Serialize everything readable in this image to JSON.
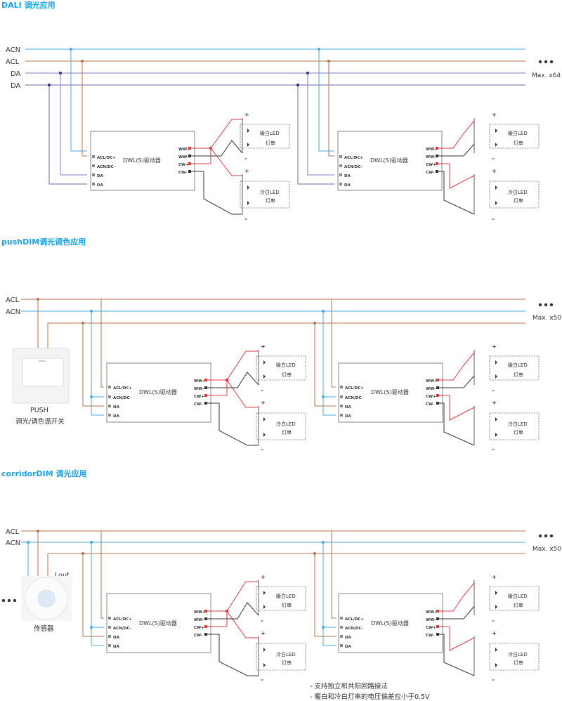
{
  "sections": [
    {
      "title": "DALI 调光应用",
      "lines": [
        "ACN",
        "ACL",
        "DA",
        "DA"
      ],
      "max_label": "Max. x64",
      "driver": {
        "name": "DWL(S)驱动器",
        "inputs": [
          "ACL/DC+",
          "ACN/DC-",
          "DA",
          "DA"
        ],
        "outputs": [
          "WW+",
          "WW-",
          "CW+",
          "CW-"
        ]
      },
      "led_warm": [
        "暖白LED",
        "灯串"
      ],
      "led_cold": [
        "冷白LED",
        "灯串"
      ]
    },
    {
      "title": "pushDIM调光调色应用",
      "lines": [
        "ACL",
        "ACN"
      ],
      "max_label": "Max. x50",
      "device_label": [
        "PUSH",
        "调光/调色温开关"
      ],
      "driver": {
        "name": "DWL(S)驱动器",
        "inputs": [
          "ACL/DC+",
          "ACN/DC-",
          "DA",
          "DA"
        ],
        "outputs": [
          "WW+",
          "WW-",
          "CW+",
          "CW-"
        ]
      },
      "led_warm": [
        "暖白LED",
        "灯串"
      ],
      "led_cold": [
        "冷白LED",
        "灯串"
      ]
    },
    {
      "title": "corridorDIM 调光应用",
      "lines": [
        "ACL",
        "ACN"
      ],
      "max_label": "Max. x50",
      "sensor_label": "传感器",
      "sensor_output": "Lout",
      "driver": {
        "name": "DWL(S)驱动器",
        "inputs": [
          "ACL/DC+",
          "ACN/DC-",
          "DA",
          "DA"
        ],
        "outputs": [
          "WW+",
          "WW-",
          "CW+",
          "CW-"
        ]
      },
      "led_warm": [
        "暖白LED",
        "灯串"
      ],
      "led_cold": [
        "冷白LED",
        "灯串"
      ]
    }
  ],
  "notes": [
    "- 支持独立和共阳回路接法",
    "- 暖白和冷白灯串的电压偏差应小于0.5V"
  ],
  "colors": {
    "title": "#1aa3e6",
    "acn": "#4aa8e0",
    "acl": "#b5744f",
    "da": "#7b7fc9",
    "red": "#e0383e",
    "black": "#333333",
    "box": "#555555"
  }
}
